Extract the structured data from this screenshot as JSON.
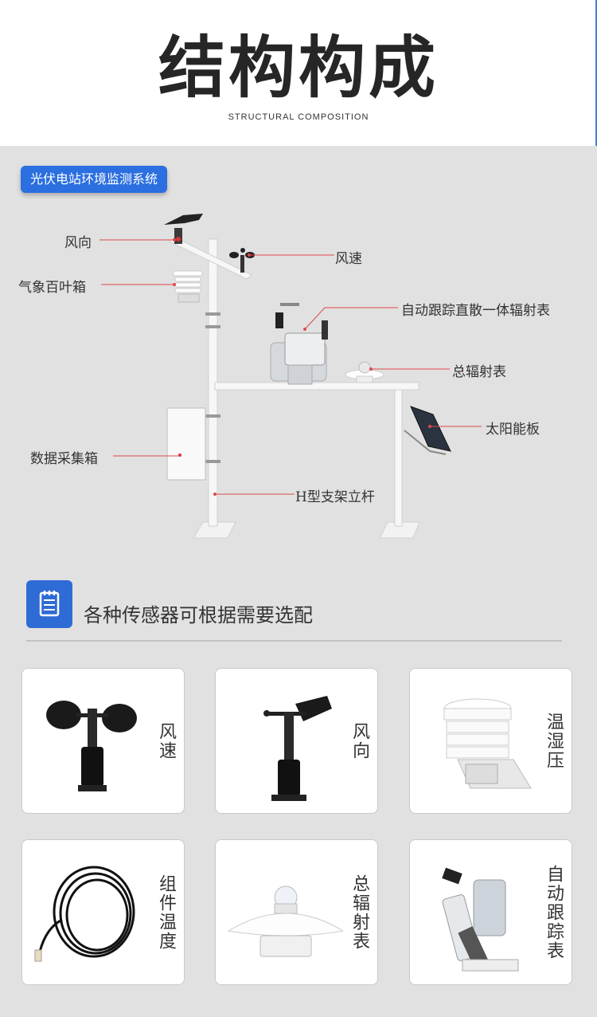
{
  "header": {
    "title": "结构构成",
    "subtitle": "STRUCTURAL COMPOSITION"
  },
  "system_badge": "光伏电站环境监测系统",
  "diagram_labels": {
    "wind_direction": "风向",
    "wind_speed": "风速",
    "louver_box": "气象百叶箱",
    "auto_tracking": "自动跟踪直散一体辐射表",
    "total_radiation": "总辐射表",
    "solar_panel": "太阳能板",
    "data_box": "数据采集箱",
    "h_pole": "H型支架立杆"
  },
  "section": {
    "title": "各种传感器可根据需要选配",
    "icon": "notepad-icon"
  },
  "sensors": [
    {
      "label": "风速",
      "icon": "anemometer-icon"
    },
    {
      "label": "风向",
      "icon": "wind-vane-icon"
    },
    {
      "label": "温湿压",
      "icon": "louver-box-icon"
    },
    {
      "label": "组件温度",
      "icon": "temperature-cable-icon"
    },
    {
      "label": "总辐射表",
      "icon": "pyranometer-icon"
    },
    {
      "label": "自动跟踪表",
      "icon": "sun-tracker-icon"
    }
  ],
  "colors": {
    "accent": "#2b6fe0",
    "leader_line": "#e0474c",
    "background": "#e1e1e1"
  }
}
